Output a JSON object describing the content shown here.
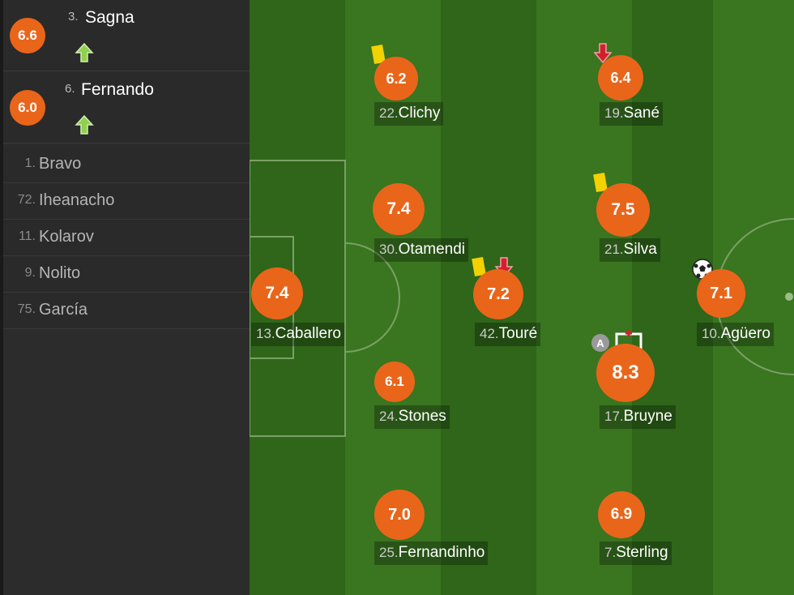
{
  "substitutes_in": [
    {
      "number": "3.",
      "name": "Sagna",
      "rating": "6.6",
      "icon": "sub-in-arrow-icon"
    },
    {
      "number": "6.",
      "name": "Fernando",
      "rating": "6.0",
      "icon": "sub-in-arrow-icon"
    }
  ],
  "bench": [
    {
      "number": "1.",
      "name": "Bravo"
    },
    {
      "number": "72.",
      "name": "Iheanacho"
    },
    {
      "number": "11.",
      "name": "Kolarov"
    },
    {
      "number": "9.",
      "name": "Nolito"
    },
    {
      "number": "75.",
      "name": "García"
    }
  ],
  "lineup": {
    "clichy": {
      "number": "22.",
      "name": "Clichy",
      "rating": "6.2",
      "icons": [
        "yellow-card-icon"
      ]
    },
    "sane": {
      "number": "19.",
      "name": "Sané",
      "rating": "6.4",
      "icons": [
        "sub-off-arrow-icon"
      ]
    },
    "otamendi": {
      "number": "30.",
      "name": "Otamendi",
      "rating": "7.4",
      "icons": []
    },
    "silva": {
      "number": "21.",
      "name": "Silva",
      "rating": "7.5",
      "icons": [
        "yellow-card-icon"
      ]
    },
    "caballero": {
      "number": "13.",
      "name": "Caballero",
      "rating": "7.4",
      "icons": []
    },
    "toure": {
      "number": "42.",
      "name": "Touré",
      "rating": "7.2",
      "icons": [
        "yellow-card-icon",
        "sub-off-arrow-icon"
      ]
    },
    "aguero": {
      "number": "10.",
      "name": "Agüero",
      "rating": "7.1",
      "icons": [
        "goal-ball-icon"
      ]
    },
    "stones": {
      "number": "24.",
      "name": "Stones",
      "rating": "6.1",
      "icons": []
    },
    "bruyne": {
      "number": "17.",
      "name": "Bruyne",
      "rating": "8.3",
      "icons": [
        "assist-icon",
        "goal-frame-icon"
      ],
      "assist_letter": "A"
    },
    "fernandinho": {
      "number": "25.",
      "name": "Fernandinho",
      "rating": "7.0",
      "icons": []
    },
    "sterling": {
      "number": "7.",
      "name": "Sterling",
      "rating": "6.9",
      "icons": []
    }
  },
  "colors": {
    "rating_badge": "#e9651a",
    "pitch_light": "#3f7a22",
    "pitch_dark": "#326a1a",
    "yellow_card": "#f2d200",
    "sub_off_arrow": "#d21f2c",
    "sub_in_arrow": "#8fd14f"
  }
}
